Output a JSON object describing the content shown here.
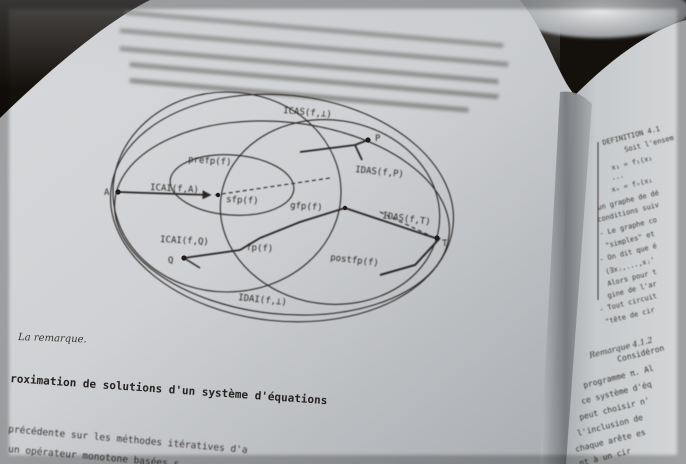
{
  "diagram": {
    "labels": {
      "top": "ICAS(f,⊥)",
      "p": "P",
      "prefp": "prefp(f)",
      "idas_fp": "IDAS(f,P)",
      "a": "A",
      "icai_fa": "ICAI(f,A)",
      "sfp": "sfp(f)",
      "gfp": "gfp(f)",
      "idas_ft": "IDAS(f,T)",
      "t": "T",
      "icai_fq": "ICAI(f,Q)",
      "fp": "fp(f)",
      "postfp": "postfp(f)",
      "q": "Q",
      "idai": "IDAI(f,⊥)"
    }
  },
  "left_page": {
    "caption": "La remarque.",
    "heading": "roximation de solutions d'un système d'équations",
    "body_line_1": "précédente sur les méthodes itératives d'a",
    "body_line_2": "un opérateur monotone basées s"
  },
  "right_page": {
    "lines": [
      "DEFINITION 4.1",
      "Soit l'ensem",
      "x₁ = f₁(x₁",
      "...",
      "xₙ = fₙ(x₁",
      "un graphe de dé",
      "conditions suiv",
      "- Le graphe co",
      "\"simples\" et",
      "- On dit que é",
      "(∃xⱼ,...,xⱼ'",
      "Alors pour t",
      "gine de l'ar",
      "- Tout circuit",
      "\"tête de cir",
      "Remarque  4.1.2",
      "Considéron",
      "programme π. Al",
      "ce système d'éq",
      "peut choisir n'",
      "l'inclusion de",
      "chaque arête es",
      "nt à un cir"
    ]
  }
}
